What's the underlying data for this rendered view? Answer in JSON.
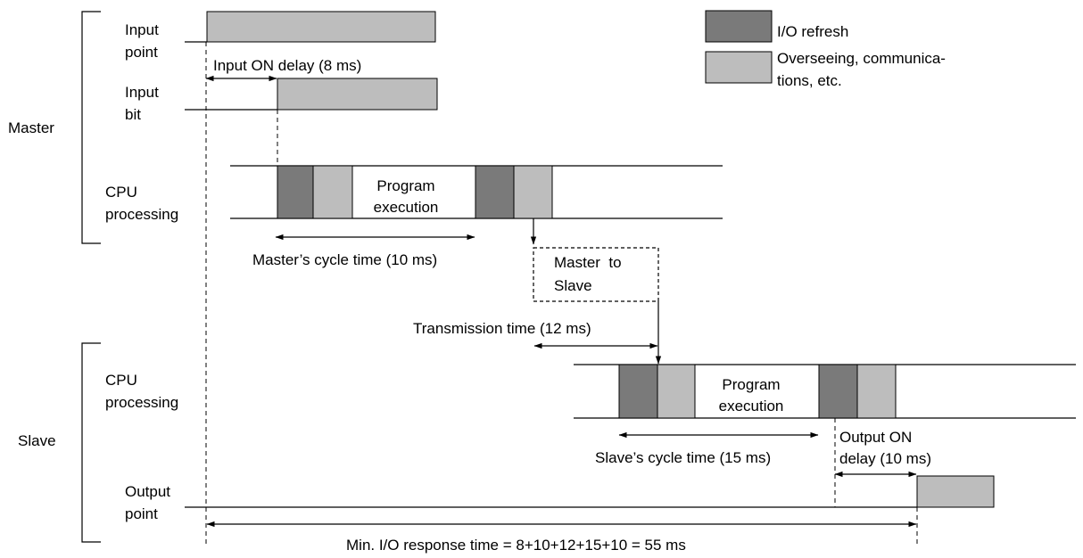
{
  "groups": {
    "master": "Master",
    "slave": "Slave"
  },
  "rows": {
    "input_point": [
      "Input",
      "point"
    ],
    "input_bit": [
      "Input",
      "bit"
    ],
    "master_cpu": [
      "CPU",
      "processing"
    ],
    "slave_cpu": [
      "CPU",
      "processing"
    ],
    "output_point": [
      "Output",
      "point"
    ]
  },
  "blocks": {
    "master_program": [
      "Program",
      "execution"
    ],
    "slave_program": [
      "Program",
      "execution"
    ],
    "transfer": [
      "Master  to",
      "Slave"
    ]
  },
  "timings": {
    "input_on_delay": "Input ON delay (8 ms)",
    "master_cycle": "Master’s cycle time (10 ms)",
    "transmission": "Transmission time (12 ms)",
    "slave_cycle": "Slave’s cycle time (15 ms)",
    "output_on_delay": [
      "Output ON",
      "delay (10 ms)"
    ],
    "min_response": "Min. I/O response time = 8+10+12+15+10 = 55 ms"
  },
  "legend": {
    "io_refresh": "I/O refresh",
    "overseeing": [
      "Overseeing, communica-",
      "tions, etc."
    ]
  },
  "colors": {
    "io_refresh": "#7a7a7a",
    "overseeing": "#bdbdbd",
    "line": "#000000"
  }
}
